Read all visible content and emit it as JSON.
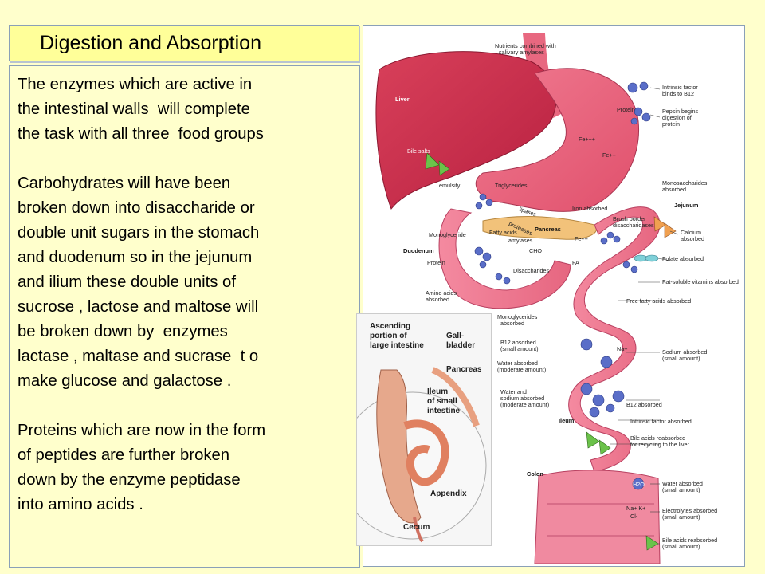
{
  "slide": {
    "title": "Digestion and Absorption",
    "paragraphs": [
      "The enzymes which are active in\nthe intestinal walls  will complete\nthe task with all three  food groups",
      "Carbohydrates will have been\nbroken down into disaccharide or\ndouble unit sugars in the stomach\nand duodenum so in the jejunum\nand ilium these double units of\nsucrose , lactose and maltose will\nbe broken down by  enzymes\nlactase , maltase and sucrase  t o\nmake glucose and galactose .",
      "Proteins which are now in the form\nof peptides are further broken\ndown by the enzyme peptidase\ninto amino acids ."
    ]
  },
  "figure": {
    "labels": {
      "nutrients": "Nutrients combined with",
      "nutrients2": "salivary amylases",
      "intrinsic": "Intrinsic factor",
      "intrinsic2": "binds to B12",
      "protein": "Protein",
      "pepsin": "Pepsin begins",
      "pepsin2": "digestion of",
      "pepsin3": "protein",
      "liver": "Liver",
      "bile_salts": "Bile salts",
      "fe3": "Fe+++",
      "fe2": "Fe++",
      "emulsify": "emulsify",
      "triglycerides": "Triglycerides",
      "monosaccharides": "Monosaccharides",
      "absorbed": "absorbed",
      "jejunum": "Jejunum",
      "lipases": "lipases",
      "proteases": "proteases",
      "pancreas": "Pancreas",
      "iron_absorbed": "Iron absorbed",
      "brush_border": "Brush border",
      "disaccharidases": "disaccharidases",
      "calcium": "Calcium",
      "calcium2": "absorbed",
      "monoglyceride": "Monoglyceride",
      "fatty_acids": "Fatty acids",
      "amylases": "amylases",
      "fe2b": "Fe++",
      "duodenum": "Duodenum",
      "cho": "CHO",
      "folate": "Folate absorbed",
      "fa": "FA",
      "protein2": "Protein",
      "disaccharides": "Disaccharides",
      "fat_soluble": "Fat-soluble vitamins absorbed",
      "amino_acids": "Amino acids",
      "amino_acids2": "absorbed",
      "free_fatty": "Free fatty acids absorbed",
      "monoglycerides": "Monoglycerides",
      "monoglycerides2": "absorbed",
      "b12_small": "B12 absorbed",
      "b12_small2": "(small amount)",
      "sodium": "Sodium absorbed",
      "sodium2": "(small amount)",
      "water_mod": "Water absorbed",
      "water_mod2": "(moderate amount)",
      "na": "Na+",
      "water_sodium": "Water and",
      "water_sodium2": "sodium absorbed",
      "water_sodium3": "(moderate amount)",
      "b12_abs": "B12 absorbed",
      "ileum": "Ileum",
      "intrinsic_abs": "Intrinsic factor absorbed",
      "bile_reabs": "Bile acids reabsorbed",
      "bile_reabs2": "for recycling to the liver",
      "colon": "Colon",
      "water_small": "Water absorbed",
      "water_small2": "(small amount)",
      "electrolytes": "Electrolytes absorbed",
      "electrolytes2": "(small amount)",
      "bile_small": "Bile acids reabsorbed",
      "bile_small2": "(small amount)",
      "nak": "Na+  K+",
      "cl": "Cl-",
      "h2o": "H2O"
    },
    "inset": {
      "ascending": "Ascending",
      "portion": "portion of",
      "large": "large intestine",
      "gall": "Gall-",
      "bladder": "bladder",
      "pancreas": "Pancreas",
      "ileum": "Ileum",
      "of_small": "of small",
      "intestine": "intestine",
      "appendix": "Appendix",
      "cecum": "Cecum"
    }
  }
}
